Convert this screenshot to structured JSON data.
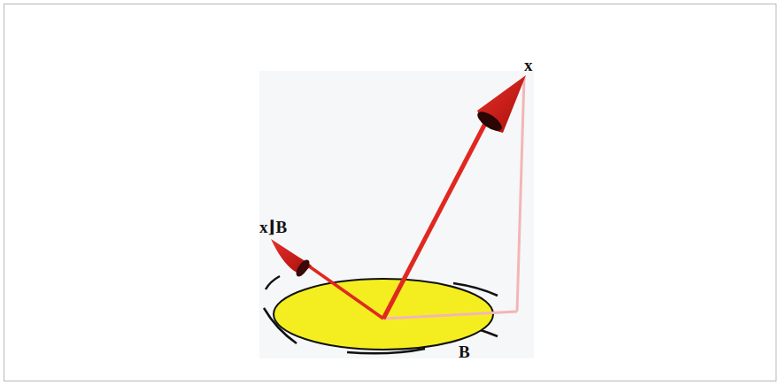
{
  "diagram": {
    "labels": [
      "x",
      "x⌋B",
      "B"
    ]
  }
}
